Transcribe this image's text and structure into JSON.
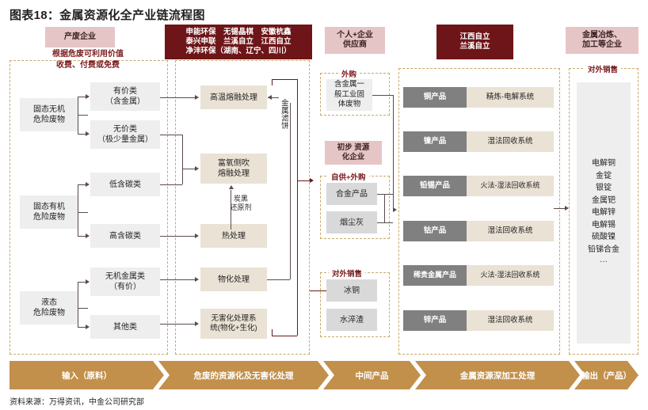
{
  "title": "图表18：金属资源化全产业链流程图",
  "source": "资料来源：万得资讯，中金公司研究部",
  "headers": {
    "waste_producer": "产废企业",
    "treatment_companies": "申能环保　无锡晶棋　安徽杭鑫\n泰兴申联　兰溪自立　江西自立\n净沣环保（湖南、辽宁、四川）",
    "supplier": "个人+企业\n供应商",
    "deep_process_companies": "江西自立\n兰溪自立",
    "smelting_companies": "金属冶炼、\n加工等企业"
  },
  "notes": {
    "fee_note": "根据危废可利用价值\n收费、付费或免费",
    "metal_cake": "金属滤饼",
    "carbon_black": "炭黑\n还原剂"
  },
  "lanes": {
    "external_purchase": "外购",
    "self_plus_external": "自供+外购",
    "external_sales_mid": "对外销售",
    "external_sales_right": "对外销售"
  },
  "waste_sources": [
    {
      "name": "固态无机\n危险废物"
    },
    {
      "name": "固态有机\n危险废物"
    },
    {
      "name": "液态\n危险废物"
    }
  ],
  "waste_categories": [
    {
      "name": "有价类\n（含金属）"
    },
    {
      "name": "无价类\n（极少量金属）"
    },
    {
      "name": "低含碳类"
    },
    {
      "name": "高含碳类"
    },
    {
      "name": "无机金属类\n（有价）"
    },
    {
      "name": "其他类"
    }
  ],
  "treatments": [
    {
      "name": "高温熔融处理"
    },
    {
      "name": "富氧侧吹\n熔融处理"
    },
    {
      "name": "热处理"
    },
    {
      "name": "物化处理"
    },
    {
      "name": "无害化处理系\n统(物化+生化)"
    }
  ],
  "intermediate": {
    "purchased": "含金属一\n般工业固\n体废物",
    "primary_company_chip": "初步 资源\n化企业",
    "self_supply": [
      {
        "name": "合金产品"
      },
      {
        "name": "烟尘灰"
      }
    ],
    "sales": [
      {
        "name": "冰铜"
      },
      {
        "name": "水淬渣"
      }
    ]
  },
  "products": [
    {
      "name": "铜产品",
      "process": "精炼-电解系统"
    },
    {
      "name": "镍产品",
      "process": "湿法回收系统"
    },
    {
      "name": "铅锡产品",
      "process": "火法-湿法回收系统"
    },
    {
      "name": "钴产品",
      "process": "湿法回收系统"
    },
    {
      "name": "稀贵金属产品",
      "process": "火法-湿法回收系统"
    },
    {
      "name": "锌产品",
      "process": "湿法回收系统"
    }
  ],
  "outputs": [
    "电解铜",
    "金锭",
    "银锭",
    "金属钯",
    "电解锌",
    "电解锡",
    "硫酸镍",
    "铅锑合金",
    "···"
  ],
  "stages": [
    {
      "label": "输入（原料）"
    },
    {
      "label": "危废的资源化及无害化处理"
    },
    {
      "label": "中间产品"
    },
    {
      "label": "金属资源深加工处理"
    },
    {
      "label": "输出（产品）"
    }
  ],
  "colors": {
    "chip_pink": "#e6c5c6",
    "chip_dark": "#6d1518",
    "lane_dash": "#c8a96b",
    "bar": "#c2904b",
    "accent_text": "#7b1a1d"
  }
}
